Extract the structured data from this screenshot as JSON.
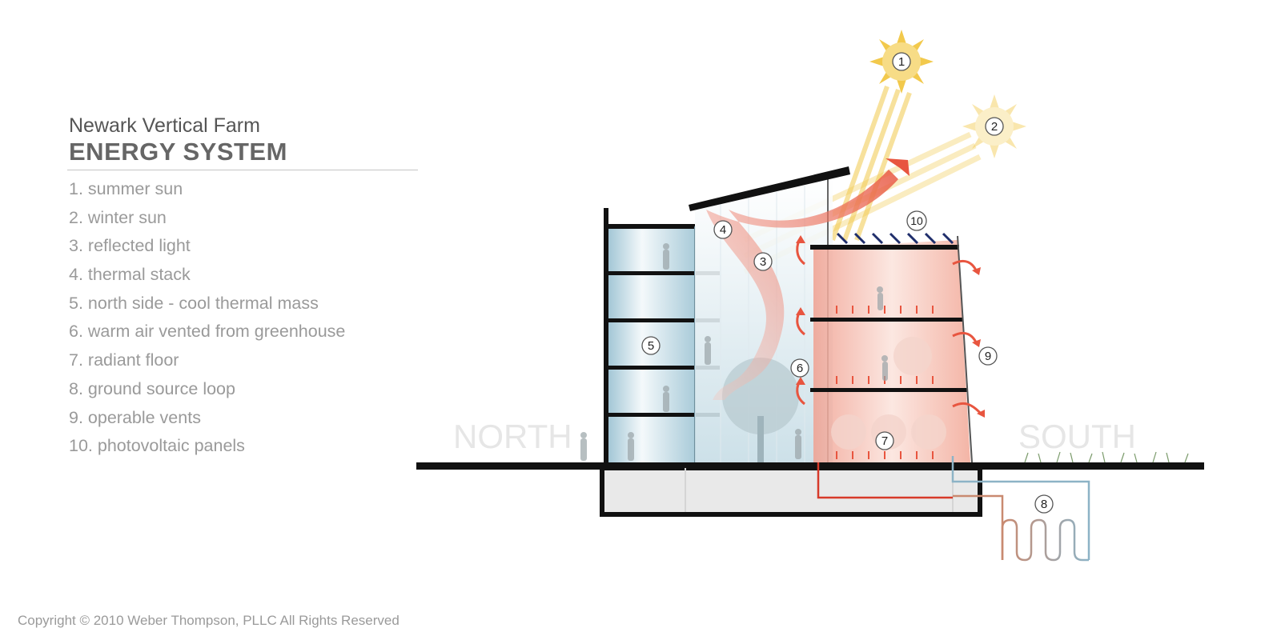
{
  "legend": {
    "subtitle": "Newark Vertical Farm",
    "title": "ENERGY SYSTEM",
    "items": [
      "1. summer sun",
      "2. winter sun",
      "3. reflected light",
      "4. thermal stack",
      "5. north side - cool thermal mass",
      "6. warm air vented from greenhouse",
      "7. radiant floor",
      "8. ground source loop",
      "9. operable vents",
      "10. photovoltaic panels"
    ]
  },
  "labels": {
    "north": "NORTH",
    "south": "SOUTH"
  },
  "badges": [
    "1",
    "2",
    "3",
    "4",
    "5",
    "6",
    "7",
    "8",
    "9",
    "10"
  ],
  "colors": {
    "heat": "#e8553f",
    "sun": "#f2c94c",
    "glass": "#cfe3ec",
    "loop_warm": "#c98a70",
    "loop_cool": "#8db3c6",
    "structure": "#1b1b1b"
  },
  "copyright": "Copyright © 2010 Weber Thompson, PLLC All Rights Reserved"
}
